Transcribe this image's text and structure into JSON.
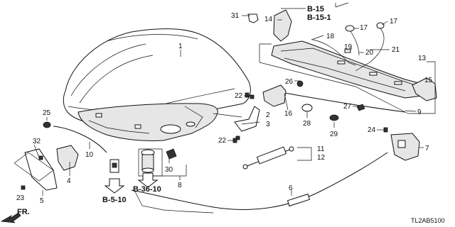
{
  "callouts": {
    "c1": "1",
    "c2": "2",
    "c3": "3",
    "c4": "4",
    "c5": "5",
    "c6": "6",
    "c7": "7",
    "c8": "8",
    "c9": "9",
    "c10": "10",
    "c11": "11",
    "c12": "12",
    "c13": "13",
    "c14": "14",
    "c15": "15",
    "c16": "16",
    "c17a": "17",
    "c17b": "17",
    "c18": "18",
    "c19": "19",
    "c20": "20",
    "c21": "21",
    "c22a": "22",
    "c22b": "22",
    "c23": "23",
    "c24": "24",
    "c25": "25",
    "c26": "26",
    "c27": "27",
    "c28": "28",
    "c29": "29",
    "c30": "30",
    "c31": "31",
    "c32": "32"
  },
  "refs": {
    "b15": "B-15",
    "b151": "B-15-1",
    "b3610": "B-36-10",
    "b510": "B-5-10"
  },
  "direction": "FR.",
  "diagram_code": "TL2AB5100"
}
